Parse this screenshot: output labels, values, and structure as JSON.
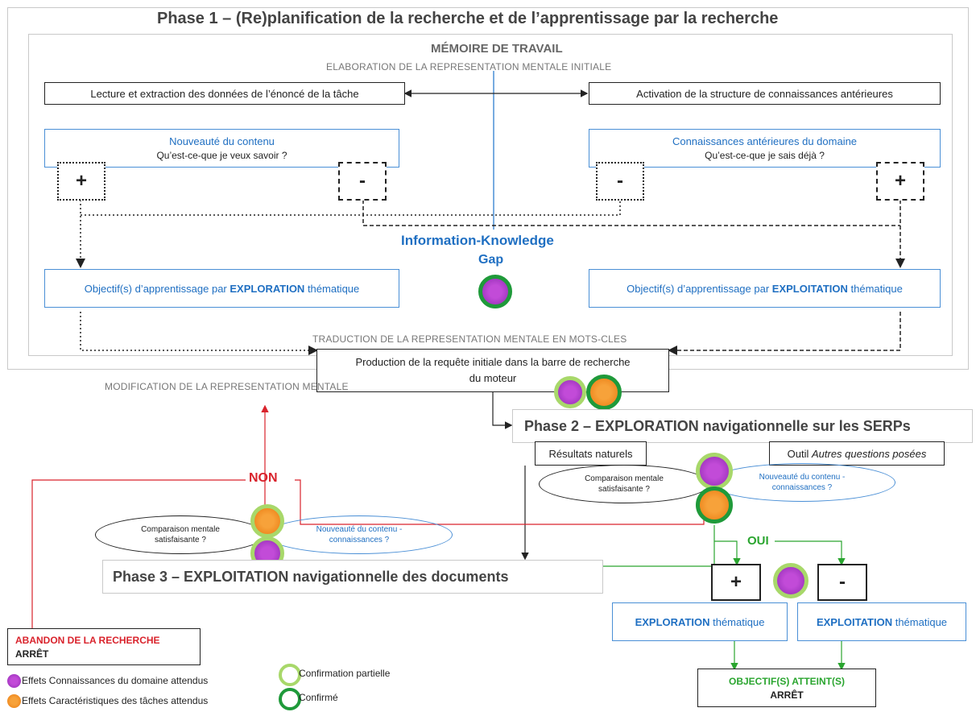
{
  "phase1": {
    "title": "Phase 1 – (Re)planification de la recherche et de l’apprentissage par la recherche",
    "memoire": "MÉMOIRE DE TRAVAIL",
    "elaboration": "ELABORATION DE LA REPRESENTATION MENTALE INITIALE",
    "lecture": "Lecture et extraction des données de l’énoncé de la tâche",
    "activation": "Activation de la structure de connaissances antérieures",
    "nouveaute_title": "Nouveauté du contenu",
    "nouveaute_q": "Qu’est-ce-que je veux savoir ?",
    "connaissances_title": "Connaissances antérieures du domaine",
    "connaissances_q": "Qu’est-ce-que je sais déjà ?",
    "plus": "+",
    "minus": "-",
    "gap_line1": "Information-Knowledge",
    "gap_line2": "Gap",
    "obj_explo_pre": "Objectif(s) d’apprentissage par ",
    "obj_explo_bold": "EXPLORATION",
    "obj_explo_post": " thématique",
    "obj_exploit_pre": "Objectif(s) d’apprentissage par ",
    "obj_exploit_bold": "EXPLOITATION",
    "obj_exploit_post": " thématique",
    "traduction": "TRADUCTION DE LA REPRESENTATION MENTALE EN MOTS-CLES",
    "requete": "Production de la requête initiale dans la barre de recherche du moteur",
    "modification": "MODIFICATION DE LA REPRESENTATION MENTALE"
  },
  "phase2": {
    "title": "Phase 2 – EXPLORATION navigationnelle sur les SERPs",
    "resultats": "Résultats naturels",
    "outil_pre": "Outil ",
    "outil_italic": "Autres questions posées",
    "comparaison": "Comparaison mentale satisfaisante ?",
    "nouveaute": "Nouveauté du contenu - connaissances ?"
  },
  "phase3": {
    "title": "Phase 3 – EXPLOITATION navigationnelle des documents",
    "comparaison": "Comparaison mentale satisfaisante ?",
    "nouveaute": "Nouveauté du contenu - connaissances ?"
  },
  "decisions": {
    "non": "NON",
    "oui": "OUI",
    "plus": "+",
    "minus": "-",
    "exploration_bold": "EXPLORATION",
    "exploration_rest": " thématique",
    "exploitation_bold": "EXPLOITATION",
    "exploitation_rest": " thématique",
    "objectifs": "OBJECTIF(S) ATTEINT(S)",
    "arret": "ARRÊT",
    "abandon": "ABANDON DE LA RECHERCHE",
    "abandon_arret": "ARRÊT"
  },
  "legend": {
    "domaine": "Effets Connaissances du domaine attendus",
    "taches": "Effets Caractéristiques des tâches attendus",
    "partielle": "Confirmation partielle",
    "confirme": "Confirmé"
  },
  "colors": {
    "blue": "#1f6fc2",
    "red": "#d9232c",
    "green": "#2aa52f",
    "purple": "#a63cc8",
    "orange": "#ef8a1f",
    "light_green": "#a8d86a",
    "dark_green": "#1f9a3a"
  }
}
